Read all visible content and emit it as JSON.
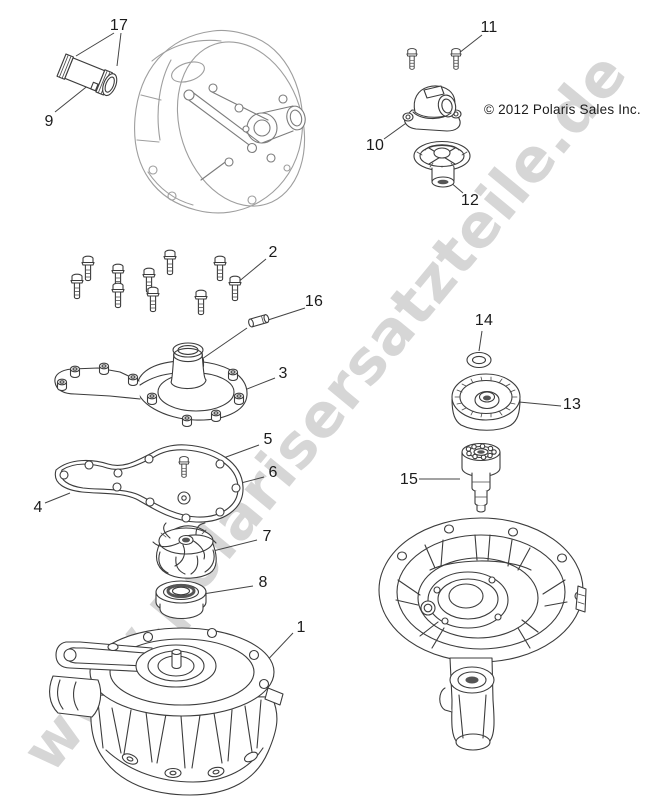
{
  "diagram": {
    "copyright": "© 2012 Polaris Sales Inc.",
    "watermark": "www.polarisersatzteile.de"
  },
  "callouts": {
    "n1": "1",
    "n2": "2",
    "n3": "3",
    "n4": "4",
    "n5": "5",
    "n6": "6",
    "n7": "7",
    "n8": "8",
    "n9": "9",
    "n10": "10",
    "n11": "11",
    "n12": "12",
    "n13": "13",
    "n14": "14",
    "n15": "15",
    "n16": "16",
    "n17": "17"
  },
  "colors": {
    "background": "#ffffff",
    "line_art": "#3c3c3c",
    "reference_art": "#9e9e9e",
    "watermark": "#d6d6d6",
    "text": "#1c1c1c"
  }
}
